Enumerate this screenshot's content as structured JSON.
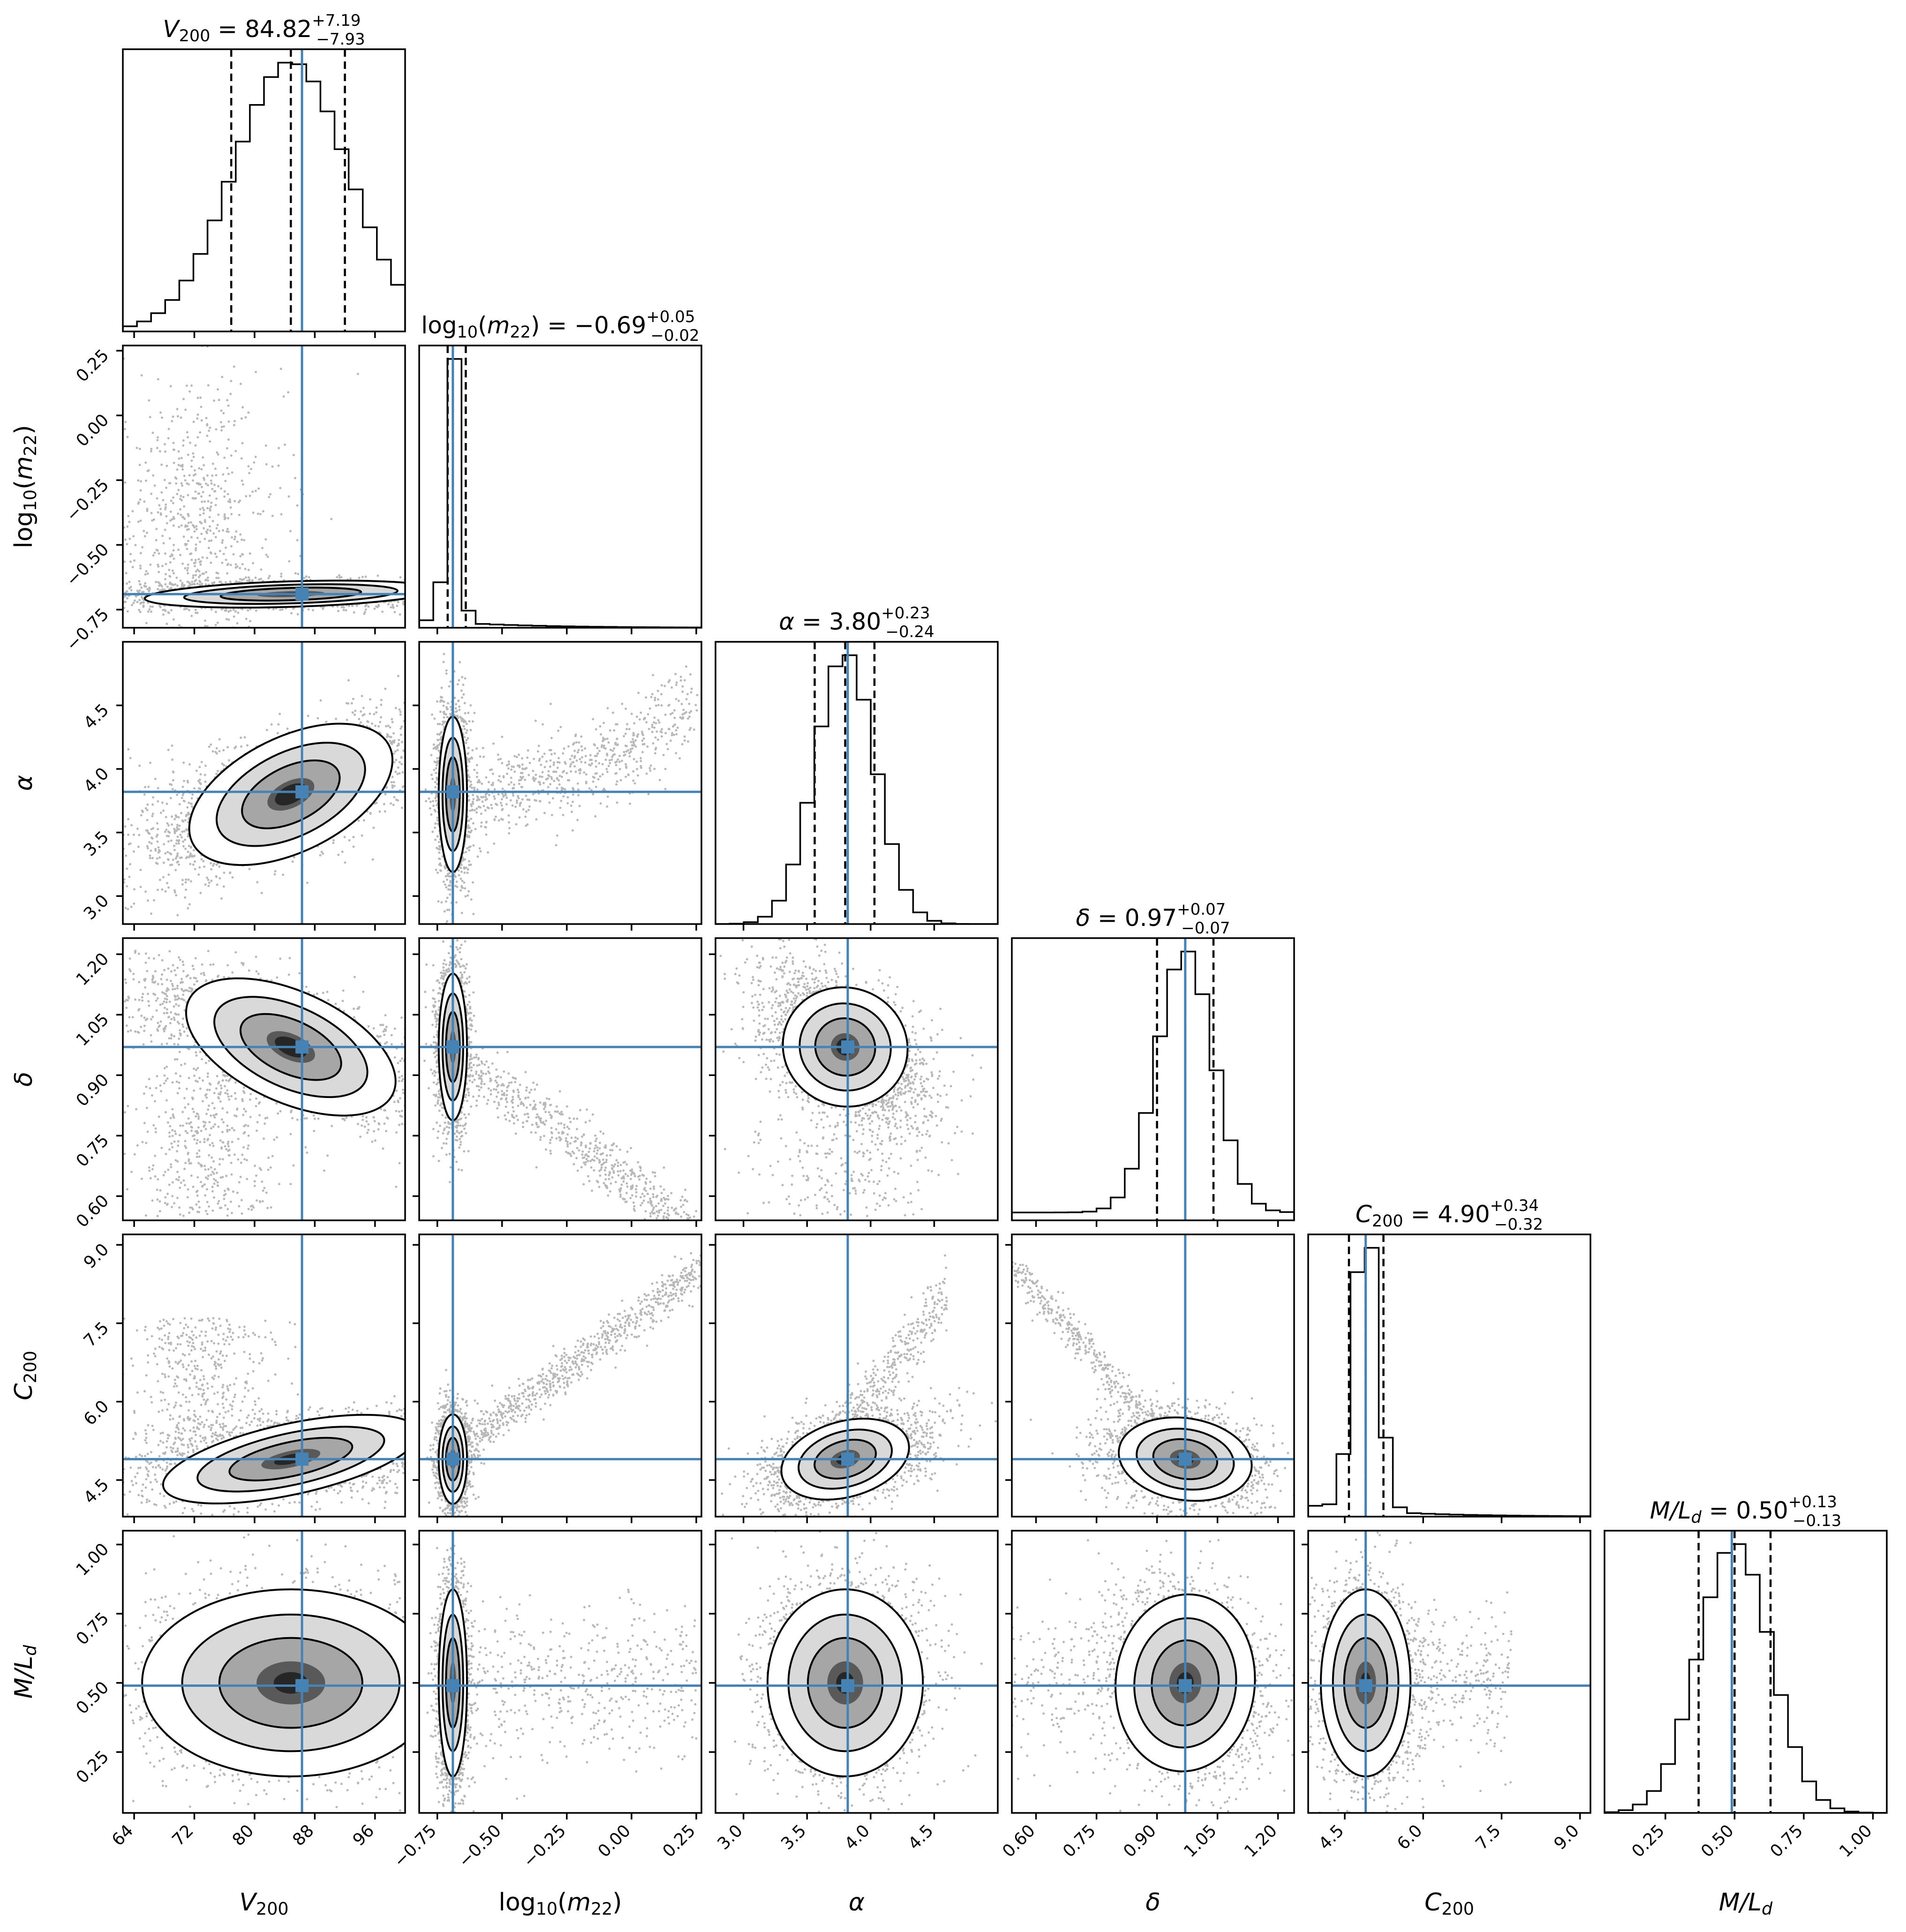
{
  "chart_data": {
    "type": "corner",
    "parameters": [
      {
        "key": "V200",
        "symbol": "V",
        "sub": "200",
        "median": 84.82,
        "plus": "+7.19",
        "minus": "−7.93",
        "median_text": "84.82",
        "truth": 86.3,
        "q_lo": 76.9,
        "q_hi": 92.0,
        "range": [
          62.5,
          100
        ],
        "ticks": [
          64,
          72,
          80,
          88,
          96
        ],
        "tick_labels": [
          "64",
          "72",
          "80",
          "88",
          "96"
        ],
        "sigma": 7.6
      },
      {
        "key": "logm22",
        "symbol": "log",
        "sub": "10",
        "arg": "(m",
        "argsub": "22",
        "median": -0.69,
        "plus": "+0.05",
        "minus": "−0.02",
        "median_text": "−0.69",
        "truth": -0.69,
        "q_lo": -0.71,
        "q_hi": -0.64,
        "range": [
          -0.82,
          0.27
        ],
        "ticks": [
          -0.75,
          -0.5,
          -0.25,
          0.0,
          0.25
        ],
        "tick_labels": [
          "−0.75",
          "−0.50",
          "−0.25",
          "0.00",
          "0.25"
        ],
        "sigma": 0.035
      },
      {
        "key": "alpha",
        "symbol": "α",
        "median": 3.8,
        "plus": "+0.23",
        "minus": "−0.24",
        "median_text": "3.80",
        "truth": 3.82,
        "q_lo": 3.56,
        "q_hi": 4.03,
        "range": [
          2.78,
          5.0
        ],
        "ticks": [
          3.0,
          3.5,
          4.0,
          4.5
        ],
        "tick_labels": [
          "3.0",
          "3.5",
          "4.0",
          "4.5"
        ],
        "sigma": 0.235
      },
      {
        "key": "delta",
        "symbol": "δ",
        "median": 0.97,
        "plus": "+0.07",
        "minus": "−0.07",
        "median_text": "0.97",
        "truth": 0.97,
        "q_lo": 0.9,
        "q_hi": 1.04,
        "range": [
          0.54,
          1.24
        ],
        "ticks": [
          0.6,
          0.75,
          0.9,
          1.05,
          1.2
        ],
        "tick_labels": [
          "0.60",
          "0.75",
          "0.90",
          "1.05",
          "1.20"
        ],
        "sigma": 0.07
      },
      {
        "key": "C200",
        "symbol": "C",
        "sub": "200",
        "median": 4.9,
        "plus": "+0.34",
        "minus": "−0.32",
        "median_text": "4.90",
        "truth": 4.9,
        "q_lo": 4.58,
        "q_hi": 5.24,
        "range": [
          3.8,
          9.2
        ],
        "ticks": [
          4.5,
          6.0,
          7.5,
          9.0
        ],
        "tick_labels": [
          "4.5",
          "6.0",
          "7.5",
          "9.0"
        ],
        "sigma": 0.33
      },
      {
        "key": "MLd",
        "symbol": "M/L",
        "sub": "d",
        "median": 0.5,
        "plus": "+0.13",
        "minus": "−0.13",
        "median_text": "0.50",
        "truth": 0.49,
        "q_lo": 0.37,
        "q_hi": 0.63,
        "range": [
          0.03,
          1.05
        ],
        "ticks": [
          0.25,
          0.5,
          0.75,
          1.0
        ],
        "tick_labels": [
          "0.25",
          "0.50",
          "0.75",
          "1.00"
        ],
        "sigma": 0.13
      }
    ],
    "equals_sign": "=",
    "truth_color": "#4682b4",
    "contour_levels": [
      0.39,
      0.86,
      0.99
    ]
  }
}
